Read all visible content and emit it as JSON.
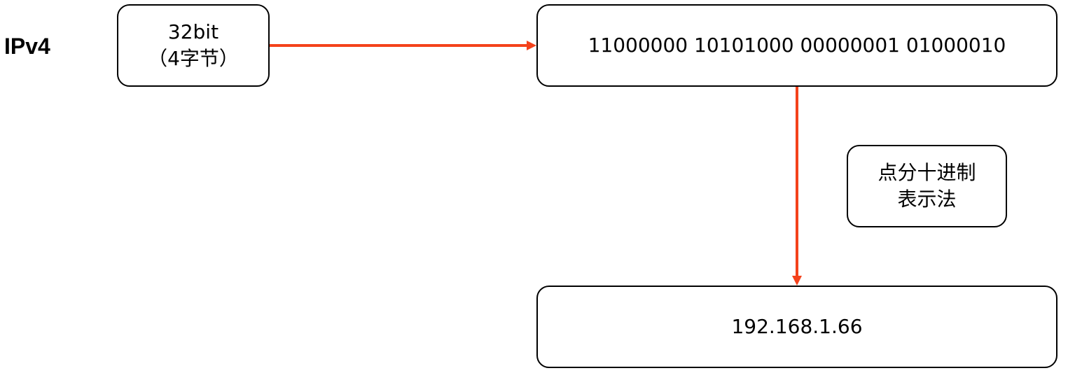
{
  "title": "IPv4",
  "bits_box": {
    "line1": "32bit",
    "line2": "（4字节）"
  },
  "binary_box": {
    "text": "11000000 10101000 00000001 01000010"
  },
  "method_box": {
    "line1": "点分十进制",
    "line2": "表示法"
  },
  "dotted_box": {
    "text": "192.168.1.66"
  },
  "colors": {
    "arrow": "#f4421b",
    "border": "#000000"
  }
}
